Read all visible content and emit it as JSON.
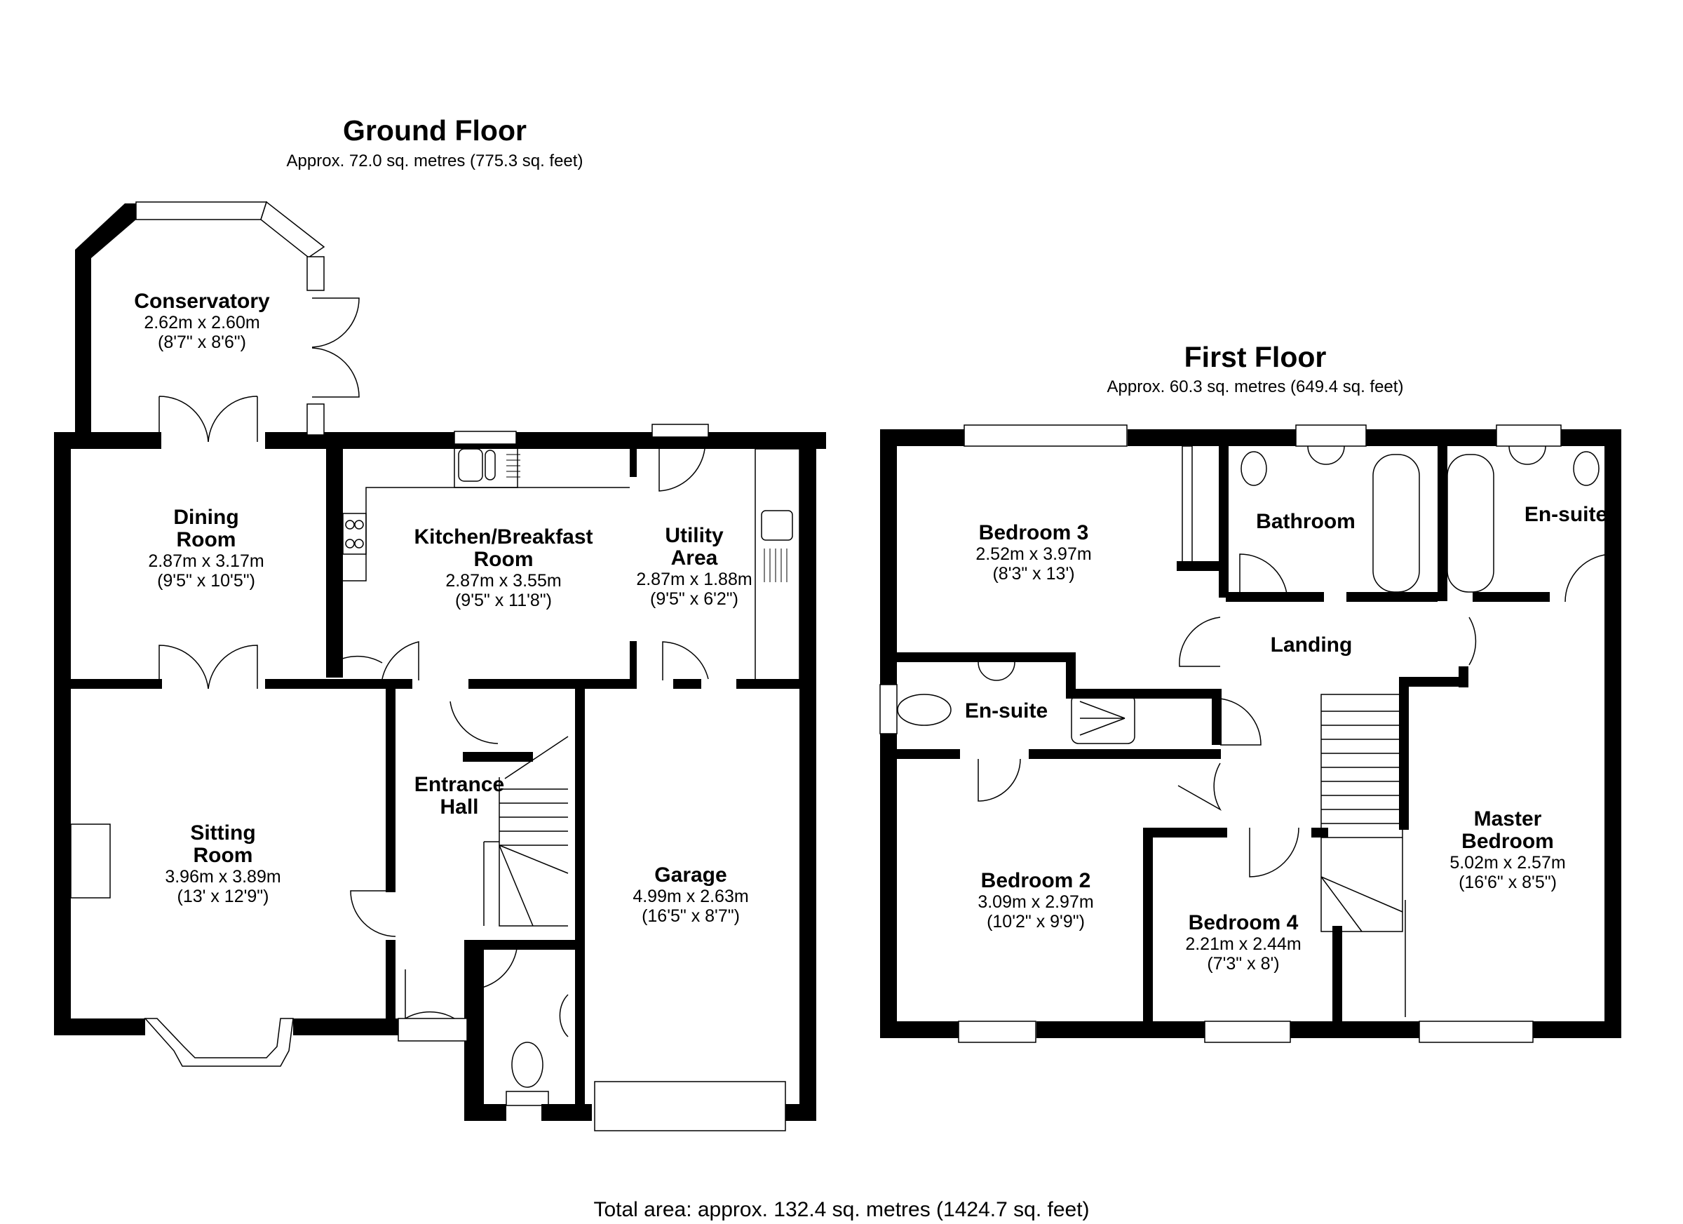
{
  "ground_floor": {
    "title": "Ground Floor",
    "area": "Approx. 72.0 sq. metres (775.3 sq. feet)",
    "rooms": [
      {
        "name_lines": [
          "Conservatory"
        ],
        "dim_m": "2.62m x 2.60m",
        "dim_ft": "(8'7\" x 8'6\")"
      },
      {
        "name_lines": [
          "Dining",
          "Room"
        ],
        "dim_m": "2.87m x 3.17m",
        "dim_ft": "(9'5\" x 10'5\")"
      },
      {
        "name_lines": [
          "Kitchen/Breakfast",
          "Room"
        ],
        "dim_m": "2.87m x 3.55m",
        "dim_ft": "(9'5\" x 11'8\")"
      },
      {
        "name_lines": [
          "Utility",
          "Area"
        ],
        "dim_m": "2.87m x 1.88m",
        "dim_ft": "(9'5\" x 6'2\")"
      },
      {
        "name_lines": [
          "Sitting",
          "Room"
        ],
        "dim_m": "3.96m x 3.89m",
        "dim_ft": "(13' x 12'9\")"
      },
      {
        "name_lines": [
          "Entrance",
          "Hall"
        ],
        "dim_m": "",
        "dim_ft": ""
      },
      {
        "name_lines": [
          "Garage"
        ],
        "dim_m": "4.99m x 2.63m",
        "dim_ft": "(16'5\" x 8'7\")"
      }
    ]
  },
  "first_floor": {
    "title": "First Floor",
    "area": "Approx. 60.3 sq. metres (649.4 sq. feet)",
    "rooms": [
      {
        "name_lines": [
          "Bedroom 3"
        ],
        "dim_m": "2.52m x 3.97m",
        "dim_ft": "(8'3\" x 13')"
      },
      {
        "name_lines": [
          "Bathroom"
        ],
        "dim_m": "",
        "dim_ft": ""
      },
      {
        "name_lines": [
          "En-suite"
        ],
        "dim_m": "",
        "dim_ft": ""
      },
      {
        "name_lines": [
          "Landing"
        ],
        "dim_m": "",
        "dim_ft": ""
      },
      {
        "name_lines": [
          "En-suite"
        ],
        "dim_m": "",
        "dim_ft": ""
      },
      {
        "name_lines": [
          "Bedroom 2"
        ],
        "dim_m": "3.09m x 2.97m",
        "dim_ft": "(10'2\" x 9'9\")"
      },
      {
        "name_lines": [
          "Bedroom 4"
        ],
        "dim_m": "2.21m x 2.44m",
        "dim_ft": "(7'3\" x 8')"
      },
      {
        "name_lines": [
          "Master",
          "Bedroom"
        ],
        "dim_m": "5.02m x 2.57m",
        "dim_ft": "(16'6\" x 8'5\")"
      }
    ]
  },
  "total_area": "Total area: approx. 132.4 sq. metres (1424.7 sq. feet)",
  "colors": {
    "wall": "#000000",
    "fixture_line": "#333333",
    "background": "#ffffff"
  }
}
